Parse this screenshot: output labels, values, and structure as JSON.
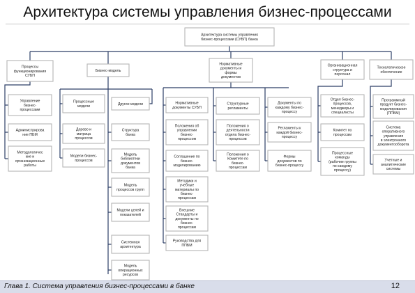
{
  "slide": {
    "title": "Архитектура системы управления бизнес-процессами",
    "footer": "Глава 1. Система управления бизнес-процессами в банке",
    "page_number": "12"
  },
  "diagram": {
    "root": {
      "id": "root",
      "lines": [
        "Архитектура системы управления",
        "бизнес-процессами (СУБП) банка"
      ]
    },
    "level1": [
      {
        "id": "n-processes-dev",
        "lines": [
          "Процессы",
          "функционирования",
          "СУБП"
        ]
      },
      {
        "id": "n-business-model",
        "lines": [
          "Бизнес-модель"
        ]
      },
      {
        "id": "n-normative",
        "lines": [
          "Нормативные",
          "документы и",
          "формы",
          "документов"
        ]
      },
      {
        "id": "n-org-structure",
        "lines": [
          "Организационная",
          "структура и",
          "персонал"
        ]
      },
      {
        "id": "n-tech",
        "lines": [
          "Технологическое",
          "обеспечение"
        ]
      }
    ],
    "level2": [
      {
        "id": "n-bp-management",
        "lines": [
          "Управление",
          "бизнес-",
          "процессами"
        ]
      },
      {
        "id": "n-bpm-admin",
        "lines": [
          "Администрирова",
          "ние ПБМ"
        ]
      },
      {
        "id": "n-methodology",
        "lines": [
          "Методологичес",
          "кие и",
          "организационные",
          "работы"
        ]
      },
      {
        "id": "n-process-models",
        "lines": [
          "Процессные",
          "модели"
        ]
      },
      {
        "id": "n-process-tree",
        "lines": [
          "Дерево и",
          "матрица",
          "процессов"
        ]
      },
      {
        "id": "n-bp-models",
        "lines": [
          "Модели бизнес-",
          "процессов"
        ]
      },
      {
        "id": "n-other-models",
        "lines": [
          "Другие модели"
        ]
      },
      {
        "id": "n-bank-structure",
        "lines": [
          "Структура",
          "банка"
        ]
      },
      {
        "id": "n-library-models",
        "lines": [
          "Модель",
          "библиотеки",
          "документов",
          "банка"
        ]
      },
      {
        "id": "n-process-group-models",
        "lines": [
          "Модель",
          "процессов групп"
        ]
      },
      {
        "id": "n-goals-models",
        "lines": [
          "Модели целей и",
          "показателей"
        ]
      },
      {
        "id": "n-system-arch",
        "lines": [
          "Системная",
          "архитектура"
        ]
      },
      {
        "id": "n-resource-models",
        "lines": [
          "Модель",
          "операционных",
          "ресурсов"
        ]
      },
      {
        "id": "n-subp-docs",
        "lines": [
          "Нормативные",
          "документы СУБП"
        ]
      },
      {
        "id": "n-bp-regulation",
        "lines": [
          "Положения об",
          "управлении",
          "бизнес-",
          "процессом"
        ]
      },
      {
        "id": "n-bp-agreement",
        "lines": [
          "Соглашение по",
          "бизнес-",
          "моделированию"
        ]
      },
      {
        "id": "n-methodics",
        "lines": [
          "Методики и",
          "учебные",
          "материалы по",
          "бизнес-",
          "процессам"
        ]
      },
      {
        "id": "n-standards",
        "lines": [
          "Внешние",
          "Стандарты и",
          "документы по",
          "бизнес-",
          "процессам"
        ]
      },
      {
        "id": "n-ppm-guide",
        "lines": [
          "Руководства для",
          "ППБМ"
        ]
      },
      {
        "id": "n-structural-regs",
        "lines": [
          "Структурные",
          "регламенты"
        ]
      },
      {
        "id": "n-duty-regs",
        "lines": [
          "Положения о",
          "деятельности",
          "отдела бизнес-",
          "процессов"
        ]
      },
      {
        "id": "n-process-committee",
        "lines": [
          "Положения о",
          "Комитете по",
          "бизнес-",
          "процессам"
        ]
      },
      {
        "id": "n-process-documents",
        "lines": [
          "Документы по",
          "каждому бизнес-",
          "процессу"
        ]
      },
      {
        "id": "n-process-regs",
        "lines": [
          "Регламенты к",
          "каждой бизнес-",
          "процессу"
        ]
      },
      {
        "id": "n-forms",
        "lines": [
          "Формы",
          "документов по",
          "бизнес-процессу"
        ]
      },
      {
        "id": "n-bp-department",
        "lines": [
          "Отдел бизнес-",
          "процессов,",
          "менеджеры и",
          "специалисты"
        ]
      },
      {
        "id": "n-process-committees",
        "lines": [
          "Комитет по",
          "процессам"
        ]
      },
      {
        "id": "n-process-teams",
        "lines": [
          "Процессные",
          "команды",
          "(рабочие группы",
          "по каждому",
          "процессу)"
        ]
      },
      {
        "id": "n-software",
        "lines": [
          "Программный",
          "продукт бизнес-",
          "моделирования",
          "(ППБМ)"
        ]
      },
      {
        "id": "n-data-systems",
        "lines": [
          "Система",
          "оперативного",
          "управления",
          "в электронного",
          "документооборота"
        ]
      },
      {
        "id": "n-analytic-systems",
        "lines": [
          "Учетные и",
          "аналитические",
          "системы"
        ]
      }
    ]
  }
}
